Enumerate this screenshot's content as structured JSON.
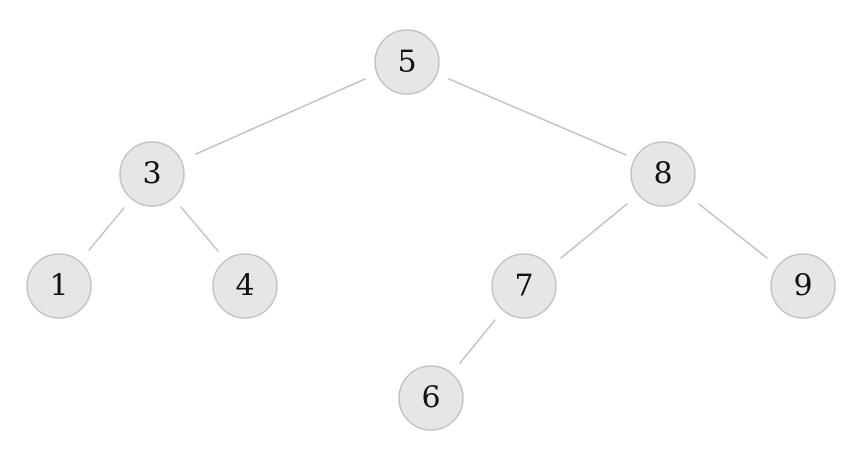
{
  "tree": {
    "nodes": [
      {
        "id": "n5",
        "label": "5"
      },
      {
        "id": "n3",
        "label": "3"
      },
      {
        "id": "n8",
        "label": "8"
      },
      {
        "id": "n1",
        "label": "1"
      },
      {
        "id": "n4",
        "label": "4"
      },
      {
        "id": "n7",
        "label": "7"
      },
      {
        "id": "n9",
        "label": "9"
      },
      {
        "id": "n6",
        "label": "6"
      }
    ],
    "edges": [
      {
        "from": "n5",
        "to": "n3"
      },
      {
        "from": "n5",
        "to": "n8"
      },
      {
        "from": "n3",
        "to": "n1"
      },
      {
        "from": "n3",
        "to": "n4"
      },
      {
        "from": "n8",
        "to": "n7"
      },
      {
        "from": "n8",
        "to": "n9"
      },
      {
        "from": "n7",
        "to": "n6"
      }
    ]
  }
}
